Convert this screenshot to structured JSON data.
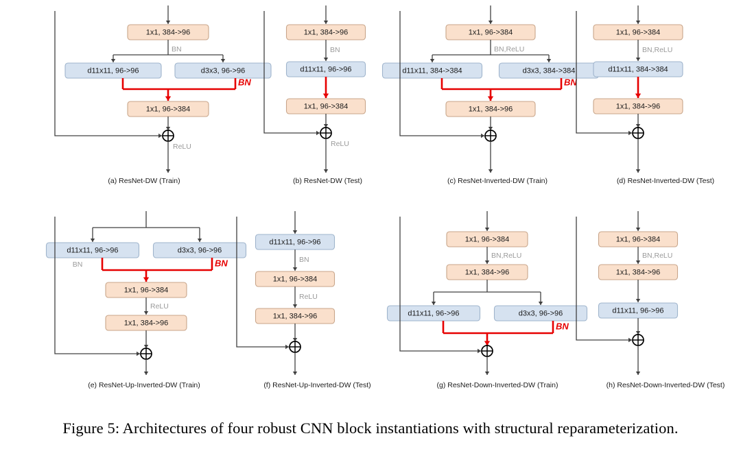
{
  "figure": {
    "caption": "Figure 5: Architectures of four robust CNN block instantiations with structural reparameterization.",
    "colors": {
      "peach_fill": "#fae0cc",
      "peach_stroke": "#c8a58a",
      "blue_fill": "#d6e2f0",
      "blue_stroke": "#9fb4cc",
      "line": "#404040",
      "accent_red": "#e60000",
      "op_label": "#9a9a9a"
    },
    "legend_ops": {
      "bn": "BN",
      "bn_relu": "BN,ReLU",
      "relu": "ReLU",
      "add": "add-circle"
    }
  },
  "panels": [
    {
      "id": "a",
      "caption": "(a) ResNet-DW (Train)",
      "branch_label_red": "BN",
      "branch_label_gray": null,
      "blocks": [
        {
          "name": "conv-1x1-384-96",
          "label": "1x1, 384->96",
          "kind": "peach"
        },
        {
          "name": "dwconv-d11x11-96-96",
          "label": "d11x11, 96->96",
          "kind": "blue"
        },
        {
          "name": "dwconv-d3x3-96-96",
          "label": "d3x3, 96->96",
          "kind": "blue"
        },
        {
          "name": "conv-1x1-96-384",
          "label": "1x1, 96->384",
          "kind": "peach"
        }
      ],
      "ops": [
        {
          "name": "op-bn-after-first",
          "label": "BN"
        },
        {
          "name": "op-relu-after-add",
          "label": "ReLU"
        }
      ]
    },
    {
      "id": "b",
      "caption": "(b) ResNet-DW (Test)",
      "branch_label_red": null,
      "branch_label_gray": null,
      "blocks": [
        {
          "name": "conv-1x1-384-96",
          "label": "1x1, 384->96",
          "kind": "peach"
        },
        {
          "name": "dwconv-d11x11-96-96",
          "label": "d11x11, 96->96",
          "kind": "blue"
        },
        {
          "name": "conv-1x1-96-384",
          "label": "1x1, 96->384",
          "kind": "peach"
        }
      ],
      "ops": [
        {
          "name": "op-bn-after-first",
          "label": "BN"
        },
        {
          "name": "op-relu-after-add",
          "label": "ReLU"
        }
      ]
    },
    {
      "id": "c",
      "caption": "(c) ResNet-Inverted-DW (Train)",
      "branch_label_red": "BN",
      "branch_label_gray": null,
      "blocks": [
        {
          "name": "conv-1x1-96-384",
          "label": "1x1, 96->384",
          "kind": "peach"
        },
        {
          "name": "dwconv-d11x11-384-384",
          "label": "d11x11, 384->384",
          "kind": "blue"
        },
        {
          "name": "dwconv-d3x3-384-384",
          "label": "d3x3, 384->384",
          "kind": "blue"
        },
        {
          "name": "conv-1x1-384-96",
          "label": "1x1, 384->96",
          "kind": "peach"
        }
      ],
      "ops": [
        {
          "name": "op-bn-relu-after-first",
          "label": "BN,ReLU"
        }
      ]
    },
    {
      "id": "d",
      "caption": "(d) ResNet-Inverted-DW (Test)",
      "branch_label_red": null,
      "branch_label_gray": null,
      "blocks": [
        {
          "name": "conv-1x1-96-384",
          "label": "1x1, 96->384",
          "kind": "peach"
        },
        {
          "name": "dwconv-d11x11-384-384",
          "label": "d11x11, 384->384",
          "kind": "blue"
        },
        {
          "name": "conv-1x1-384-96",
          "label": "1x1, 384->96",
          "kind": "peach"
        }
      ],
      "ops": [
        {
          "name": "op-bn-relu-after-first",
          "label": "BN,ReLU"
        }
      ]
    },
    {
      "id": "e",
      "caption": "(e) ResNet-Up-Inverted-DW (Train)",
      "branch_label_red": "BN",
      "branch_label_gray": "BN",
      "blocks": [
        {
          "name": "dwconv-d11x11-96-96",
          "label": "d11x11, 96->96",
          "kind": "blue"
        },
        {
          "name": "dwconv-d3x3-96-96",
          "label": "d3x3, 96->96",
          "kind": "blue"
        },
        {
          "name": "conv-1x1-96-384",
          "label": "1x1, 96->384",
          "kind": "peach"
        },
        {
          "name": "conv-1x1-384-96",
          "label": "1x1, 384->96",
          "kind": "peach"
        }
      ],
      "ops": [
        {
          "name": "op-relu-between-convs",
          "label": "ReLU"
        }
      ]
    },
    {
      "id": "f",
      "caption": "(f) ResNet-Up-Inverted-DW (Test)",
      "branch_label_red": null,
      "branch_label_gray": null,
      "blocks": [
        {
          "name": "dwconv-d11x11-96-96",
          "label": "d11x11, 96->96",
          "kind": "blue"
        },
        {
          "name": "conv-1x1-96-384",
          "label": "1x1, 96->384",
          "kind": "peach"
        },
        {
          "name": "conv-1x1-384-96",
          "label": "1x1, 384->96",
          "kind": "peach"
        }
      ],
      "ops": [
        {
          "name": "op-bn-after-dwconv",
          "label": "BN"
        },
        {
          "name": "op-relu-between-convs",
          "label": "ReLU"
        }
      ]
    },
    {
      "id": "g",
      "caption": "(g) ResNet-Down-Inverted-DW (Train)",
      "branch_label_red": "BN",
      "branch_label_gray": null,
      "blocks": [
        {
          "name": "conv-1x1-96-384",
          "label": "1x1, 96->384",
          "kind": "peach"
        },
        {
          "name": "conv-1x1-384-96",
          "label": "1x1, 384->96",
          "kind": "peach"
        },
        {
          "name": "dwconv-d11x11-96-96",
          "label": "d11x11, 96->96",
          "kind": "blue"
        },
        {
          "name": "dwconv-d3x3-96-96",
          "label": "d3x3, 96->96",
          "kind": "blue"
        }
      ],
      "ops": [
        {
          "name": "op-bn-relu-between-convs",
          "label": "BN,ReLU"
        }
      ]
    },
    {
      "id": "h",
      "caption": "(h) ResNet-Down-Inverted-DW (Test)",
      "branch_label_red": null,
      "branch_label_gray": null,
      "blocks": [
        {
          "name": "conv-1x1-96-384",
          "label": "1x1, 96->384",
          "kind": "peach"
        },
        {
          "name": "conv-1x1-384-96",
          "label": "1x1, 384->96",
          "kind": "peach"
        },
        {
          "name": "dwconv-d11x11-96-96",
          "label": "d11x11, 96->96",
          "kind": "blue"
        }
      ],
      "ops": [
        {
          "name": "op-bn-relu-between-convs",
          "label": "BN,ReLU"
        }
      ]
    }
  ]
}
